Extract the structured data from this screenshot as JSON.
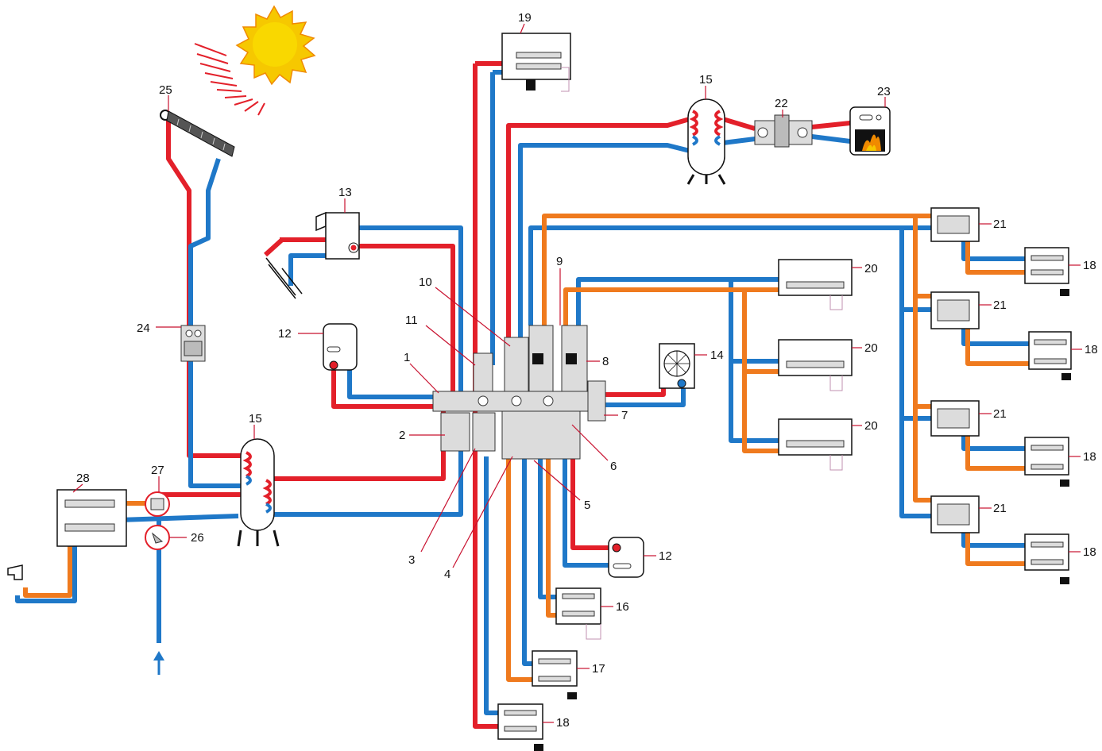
{
  "colors": {
    "hot": "#e3202a",
    "cold": "#1f78c8",
    "mixed": "#ef7a1e",
    "leader": "#c8102e",
    "sun": "#f6c800",
    "sun_outline": "#f08a00"
  },
  "labels": {
    "l1": "1",
    "l2": "2",
    "l3": "3",
    "l4": "4",
    "l5": "5",
    "l6": "6",
    "l7": "7",
    "l8": "8",
    "l9": "9",
    "l10": "10",
    "l11": "11",
    "l12a": "12",
    "l12b": "12",
    "l13": "13",
    "l14": "14",
    "l15a": "15",
    "l15b": "15",
    "l16": "16",
    "l17": "17",
    "l18a": "18",
    "l18b": "18",
    "l18c": "18",
    "l18d": "18",
    "l18e": "18",
    "l19": "19",
    "l20a": "20",
    "l20b": "20",
    "l20c": "20",
    "l21a": "21",
    "l21b": "21",
    "l21c": "21",
    "l21d": "21",
    "l22": "22",
    "l23": "23",
    "l24": "24",
    "l25": "25",
    "l26": "26",
    "l27": "27",
    "l28": "28"
  },
  "icons": [
    "sun-icon",
    "solar-collector-icon",
    "boiler-icon",
    "heat-pump-icon",
    "fireplace-icon",
    "buffer-tank-icon",
    "manifold-icon",
    "tap-icon",
    "inlet-arrow-icon"
  ]
}
